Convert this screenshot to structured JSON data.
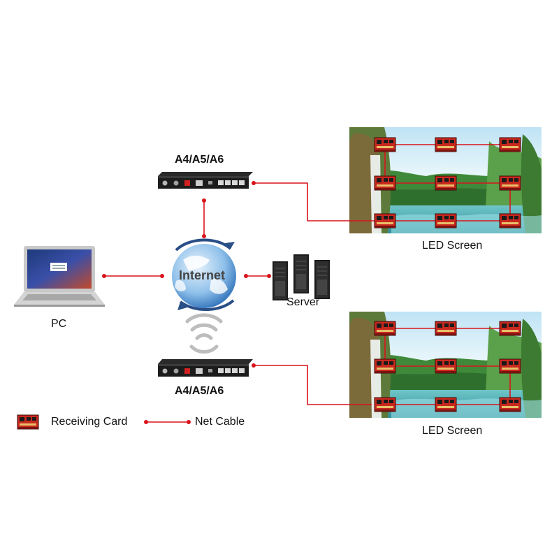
{
  "devices": {
    "player_top_label": "A4/A5/A6",
    "player_bottom_label": "A4/A5/A6",
    "internet_label": "Internet",
    "server_label": "Server",
    "pc_label": "PC"
  },
  "screens": {
    "top_label": "LED Screen",
    "bottom_label": "LED Screen"
  },
  "legend": {
    "receiving_card_label": "Receiving Card",
    "net_cable_label": "Net Cable"
  },
  "colors": {
    "cable": "#d9141c",
    "card": "#c8281e",
    "device": "#1c1c1c",
    "globe": "#4a8fd0"
  }
}
